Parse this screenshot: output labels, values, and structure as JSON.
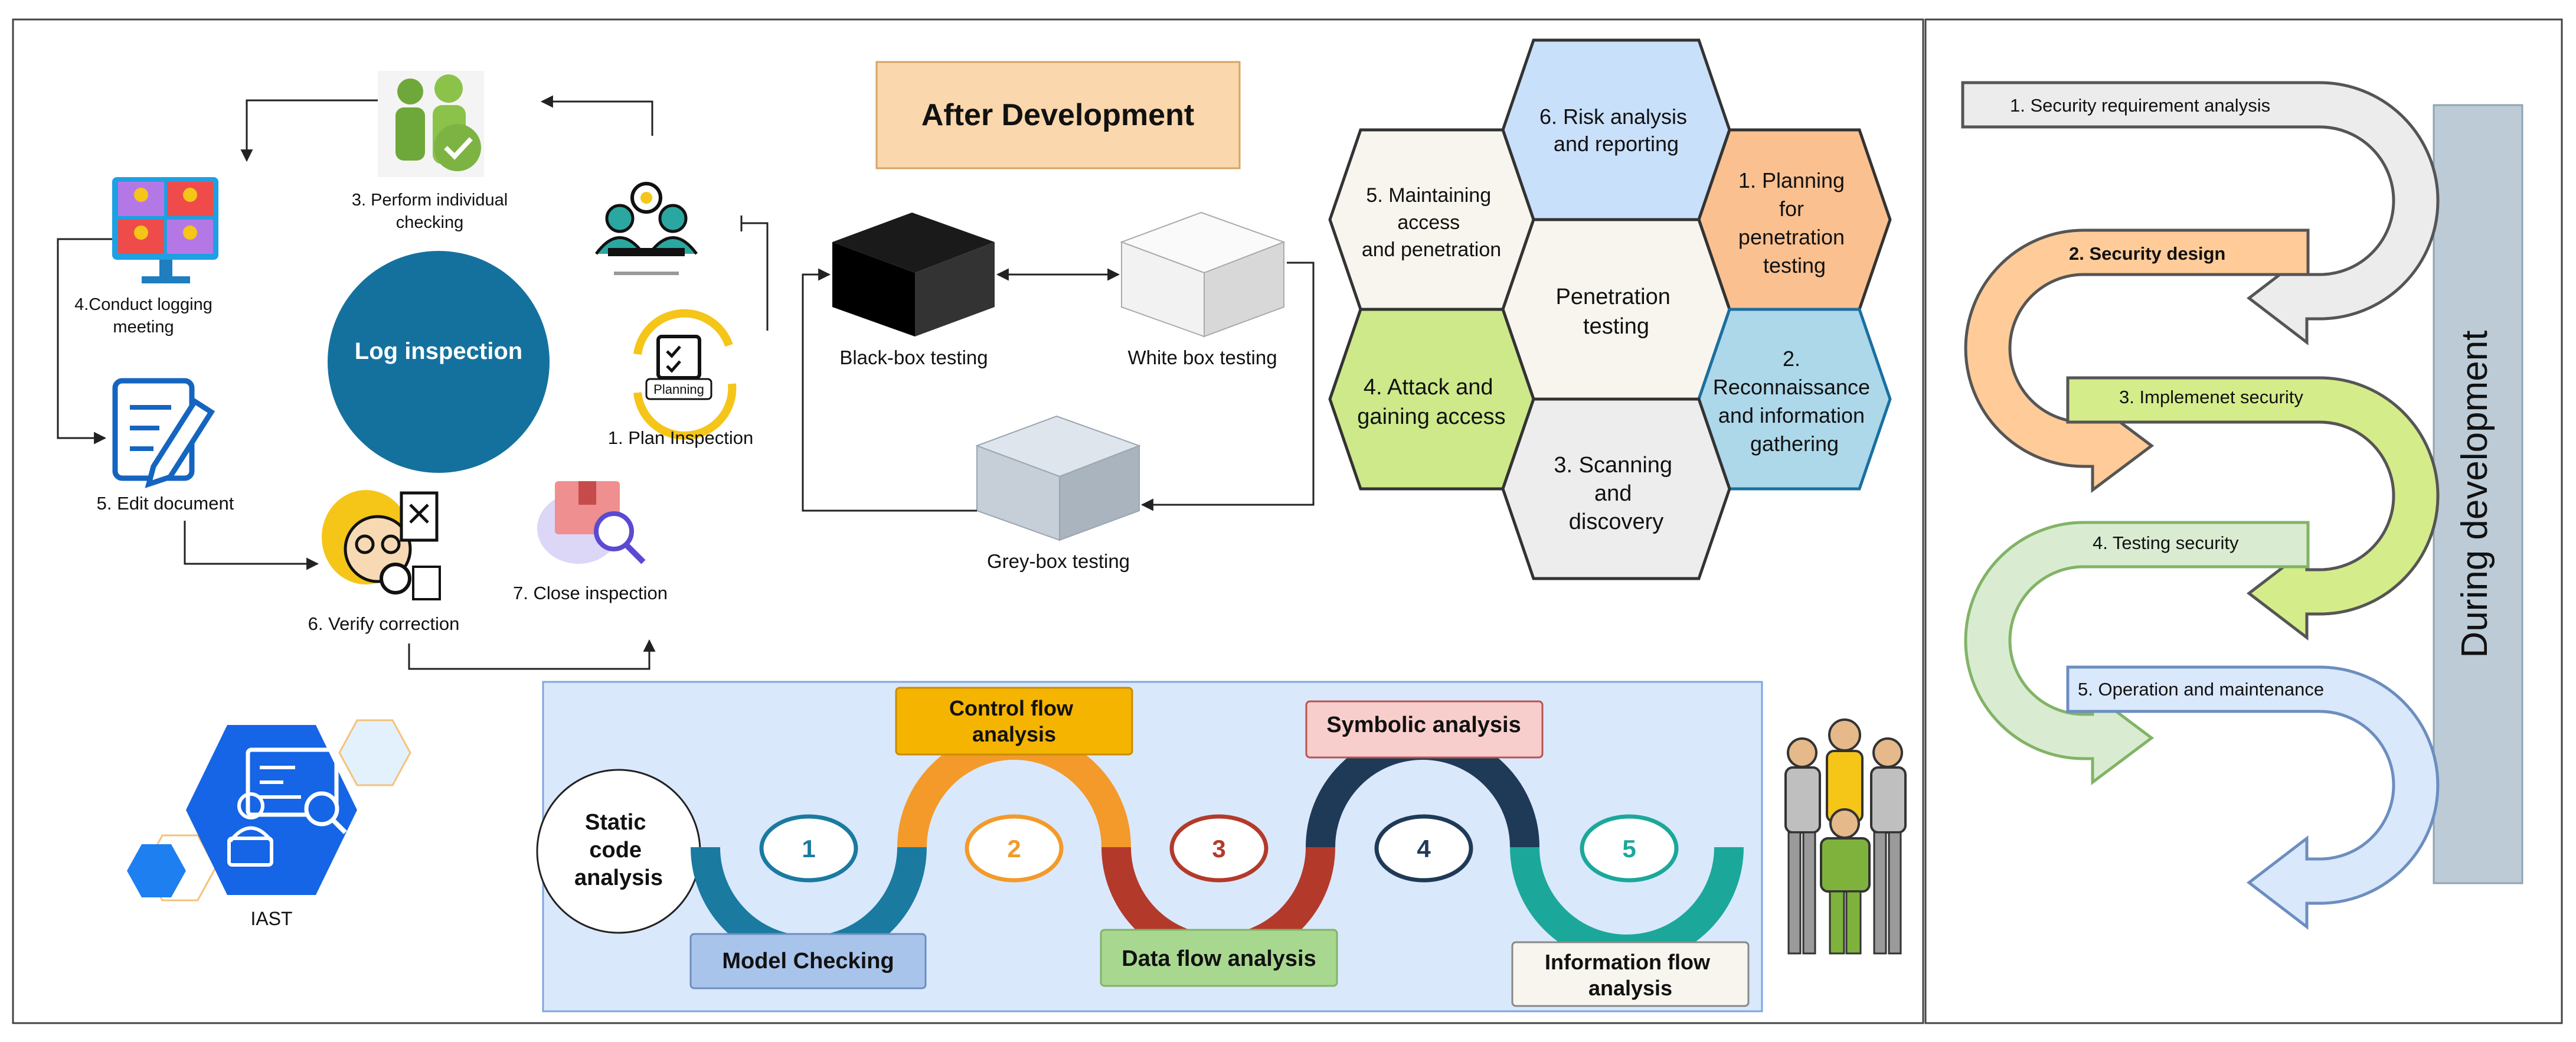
{
  "log_inspection": {
    "center": "Log inspection",
    "step1": "1. Plan Inspection",
    "planning_badge": "Planning",
    "step3_line1": "3. Perform individual",
    "step3_line2": "checking",
    "step4_line1": "4.Conduct logging",
    "step4_line2": "meeting",
    "step5": "5. Edit document",
    "step6": "6. Verify correction",
    "step7": "7. Close inspection"
  },
  "after_development": {
    "title": "After Development",
    "black_box": "Black-box testing",
    "white_box": "White box testing",
    "grey_box": "Grey-box testing"
  },
  "pentest": {
    "center_line1": "Penetration",
    "center_line2": "testing",
    "h1": [
      "1. Planning",
      "for",
      "penetration",
      "testing"
    ],
    "h2": [
      "2.",
      "Reconnaissance",
      "and information",
      "gathering"
    ],
    "h3": [
      "3. Scanning",
      "and",
      "discovery"
    ],
    "h4": [
      "4. Attack and",
      "gaining access"
    ],
    "h5": [
      "5. Maintaining",
      "access",
      "and penetration"
    ],
    "h6": [
      "6. Risk analysis",
      "and reporting"
    ]
  },
  "iast": {
    "label": "IAST"
  },
  "static_analysis": {
    "center": [
      "Static",
      "code",
      "analysis"
    ],
    "numbers": [
      "1",
      "2",
      "3",
      "4",
      "5"
    ],
    "model_checking": "Model Checking",
    "control_flow": [
      "Control flow",
      "analysis"
    ],
    "data_flow": "Data flow analysis",
    "symbolic": "Symbolic analysis",
    "information_flow": [
      "Information flow",
      "analysis"
    ]
  },
  "during_development": {
    "title": "During development",
    "step1": "1. Security requirement analysis",
    "step2": "2. Security design",
    "step3": "3. Implemenet security",
    "step4": "4. Testing security",
    "step5": "5. Operation and maintenance"
  },
  "colors": {
    "log_circle": "#14719e",
    "after_dev_box": "#fad7ac",
    "hex_planning": "#fac090",
    "hex_recon": "#add8ea",
    "hex_scanning": "#ededed",
    "hex_attack": "#cde98a",
    "hex_maintain": "#f8f5ee",
    "hex_risk": "#c9e0fa",
    "static_panel": "#dae8fc",
    "during_bar": "#bccbd6"
  }
}
